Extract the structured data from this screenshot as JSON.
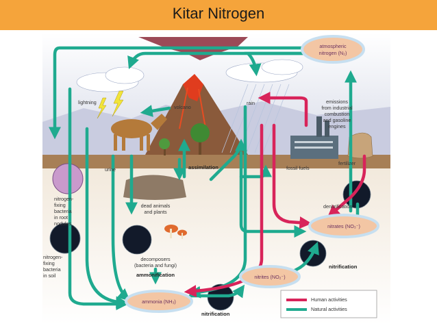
{
  "title": "Kitar Nitrogen",
  "nodes": {
    "atmospheric_1": "atmospheric",
    "atmospheric_2": "nitrogen (N₂)",
    "nitrates": "nitrates (NO₃⁻)",
    "nitrites": "nitrites (NO₂⁻)",
    "ammonia": "ammonia (NH₃)"
  },
  "labels": {
    "lightning": "lightning",
    "volcano": "volcano",
    "rain": "rain",
    "emissions": [
      "emissions",
      "from industrial",
      "combustion",
      "and gasoline",
      "engines"
    ],
    "fertilizer": "fertilizer",
    "fossil_fuels": "fossil fuels",
    "assimilation": "assimilation",
    "urine": "urine",
    "dead": [
      "dead animals",
      "and plants"
    ],
    "decomposers": [
      "decomposers",
      "(bacteria and fungi)"
    ],
    "ammonification": "ammonification",
    "root_bacteria": [
      "nitrogen-",
      "fixing",
      "bacteria",
      "in root",
      "nodules"
    ],
    "soil_bacteria": [
      "nitrogen-",
      "fixing",
      "bacteria",
      "in soil"
    ],
    "denitrification": "denitrification",
    "nitrification_1": "nitrification",
    "nitrification_2": "nitrification"
  },
  "legend": {
    "human": "Human activities",
    "natural": "Natural activities"
  },
  "colors": {
    "header": "#f5a43b",
    "natural": "#1faa8f",
    "human": "#d8245a",
    "node_fill": "#f3c6a4",
    "node_edge": "#c7dff0"
  }
}
